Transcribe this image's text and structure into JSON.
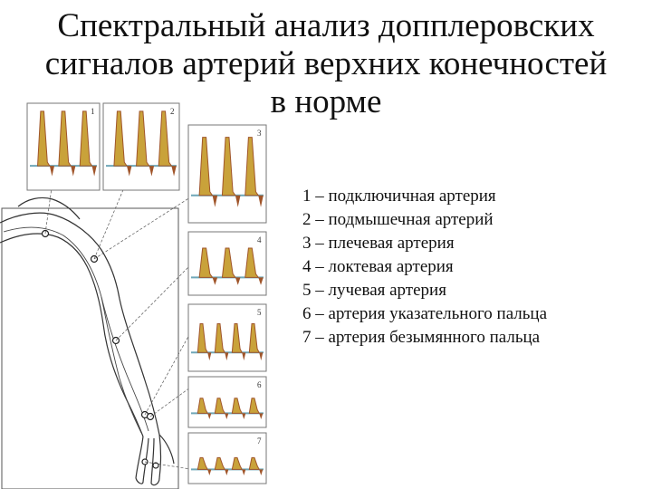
{
  "title": {
    "line1": "Спектральный анализ допплеровских",
    "line2": "сигналов артерий верхних конечностей",
    "line3": "в норме"
  },
  "legend": [
    "1 – подключичная артерия",
    "2 – подмышечная артерий",
    "3 – плечевая артерия",
    "4 – локтевая артерия",
    "5 – лучевая артерия",
    "6 – артерия указательного пальца",
    "7 – артерия безымянного пальца"
  ],
  "panels": [
    {
      "number": "1",
      "peaks": 3,
      "amplitude": 0.95
    },
    {
      "number": "2",
      "peaks": 3,
      "amplitude": 0.95
    },
    {
      "number": "3",
      "peaks": 3,
      "amplitude": 0.9
    },
    {
      "number": "4",
      "peaks": 3,
      "amplitude": 0.7
    },
    {
      "number": "5",
      "peaks": 4,
      "amplitude": 0.65
    },
    {
      "number": "6",
      "peaks": 4,
      "amplitude": 0.45
    },
    {
      "number": "7",
      "peaks": 4,
      "amplitude": 0.35
    }
  ],
  "colors": {
    "spectrum_fill": "#c9a23a",
    "spectrum_edge": "#a0552a",
    "spectrum_blue": "#6fa7b8",
    "panel_border": "#777777",
    "drawing": "#333333"
  }
}
